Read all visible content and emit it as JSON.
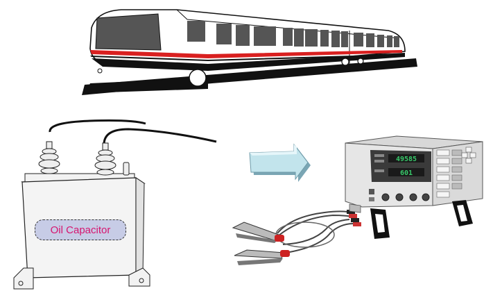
{
  "capacitor": {
    "label": "Oil Capacitor"
  },
  "meter": {
    "display_top": "49585",
    "display_bottom": "601"
  },
  "colors": {
    "train_stripe": "#d92020",
    "label_bg": "#c7cce6",
    "label_text": "#d6156f",
    "arrow": "#b8dde6",
    "meter_display": "#38c86a"
  },
  "icons": [
    "train-icon",
    "capacitor-icon",
    "arrow-right-icon",
    "test-leads-icon",
    "lcr-meter-icon"
  ]
}
